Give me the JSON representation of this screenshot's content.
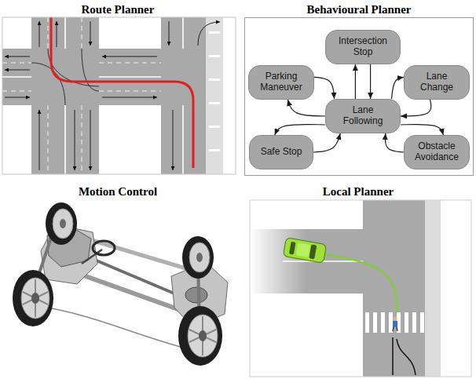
{
  "diagram": {
    "nodes": [
      {
        "text": [
          "Behavioural Planner"
        ]
      },
      {
        "text": [
          "Intersection Stop"
        ],
        "in": 0
      },
      {
        "text": [
          "Parking Maneuver"
        ],
        "in": 0
      },
      {
        "text": [
          "Lane Change"
        ],
        "in": 0
      },
      {
        "text": [
          "Lane Following"
        ],
        "in": 0
      },
      {
        "text": [
          "Safe Stop"
        ],
        "in": 0
      },
      {
        "text": [
          "Obstacle Avoidance"
        ],
        "in": 0
      }
    ],
    "edges": [
      {
        "from": 4,
        "to": 1,
        "arrow": "to"
      },
      {
        "from": 1,
        "to": 4,
        "arrow": "to"
      },
      {
        "from": 2,
        "to": 4,
        "arrow": "to"
      },
      {
        "from": 4,
        "to": 2,
        "arrow": "to"
      },
      {
        "from": 4,
        "to": 3,
        "arrow": "to"
      },
      {
        "from": 3,
        "to": 4,
        "arrow": "to"
      },
      {
        "from": 4,
        "to": 5,
        "arrow": "to"
      },
      {
        "from": 5,
        "to": 4,
        "arrow": "to"
      },
      {
        "from": 4,
        "to": 6,
        "arrow": "to"
      },
      {
        "from": 6,
        "to": 4,
        "arrow": "to"
      }
    ],
    "labels": [
      "Route Planner",
      "Motion Control",
      "Local Planner"
    ]
  }
}
